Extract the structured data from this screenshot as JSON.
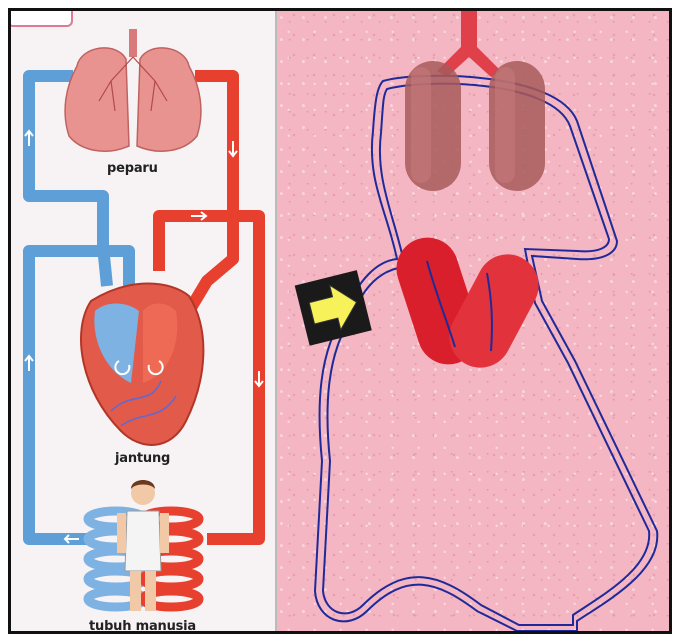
{
  "labels": {
    "lungs": "peparu",
    "heart": "jantung",
    "body": "tubuh manusia"
  },
  "colors": {
    "oxygenated": "#e8402f",
    "deoxygenated": "#5d9fd6",
    "maze_path": "#1f2a9a",
    "pointer": "#f7f15a",
    "pattern_bg": "#f3b6c2"
  },
  "icons": {
    "lungs": "lungs-icon",
    "heart": "heart-icon",
    "body": "person-icon",
    "start": "arrow-right-icon"
  }
}
